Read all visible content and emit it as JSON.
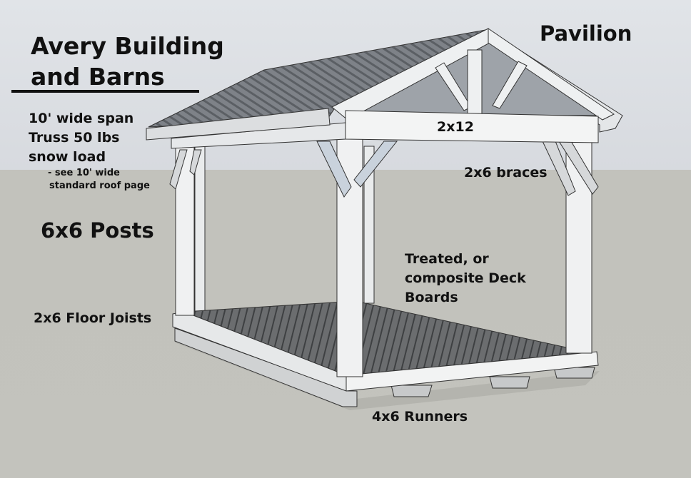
{
  "labels": {
    "company_line1": "Avery Building",
    "company_line2": "and Barns",
    "title": "Pavilion",
    "span_line1": "10' wide span",
    "span_line2": "Truss 50 lbs",
    "span_line3": "snow load",
    "see_line1": "- see 10' wide",
    "see_line2": "standard roof page",
    "header_beam": "2x12",
    "braces": "2x6 braces",
    "posts": "6x6 Posts",
    "deck_line1": "Treated, or",
    "deck_line2": "composite Deck",
    "deck_line3": "Boards",
    "floor_joists": "2x6 Floor Joists",
    "runners": "4x6 Runners"
  }
}
